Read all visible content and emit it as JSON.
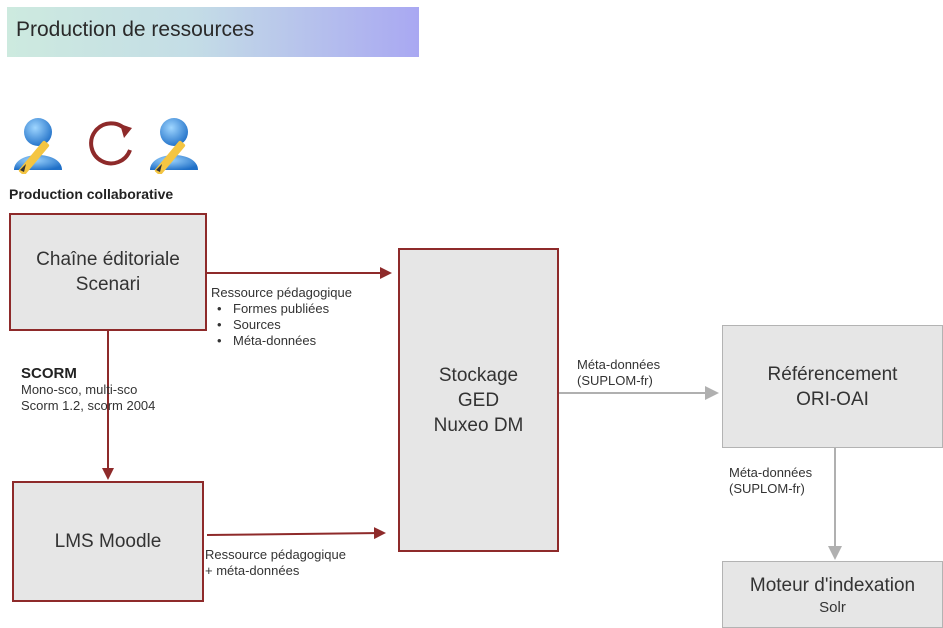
{
  "title": "Production de ressources",
  "icons": {
    "left_user": "user-edit-icon",
    "cycle": "refresh-cycle-icon",
    "right_user": "user-edit-icon"
  },
  "colors": {
    "red_flow": "#8e2a2a",
    "grey_flow": "#a8a8a8"
  },
  "collab_label": "Production collaborative",
  "boxes": {
    "scenari": {
      "line1": "Chaîne éditoriale",
      "line2": "Scenari"
    },
    "stockage": {
      "line1": "Stockage",
      "line2": "GED",
      "line3": "Nuxeo DM"
    },
    "lms": {
      "line1": "LMS Moodle"
    },
    "referencement": {
      "line1": "Référencement",
      "line2": "ORI-OAI"
    },
    "moteur": {
      "line1": "Moteur d'indexation",
      "line2": "Solr"
    }
  },
  "labels": {
    "scenari_to_ged": {
      "heading": "Ressource pédagogique",
      "items": [
        "Formes publiées",
        "Sources",
        "Méta-données"
      ]
    },
    "scorm": {
      "heading": "SCORM",
      "line1": "Mono-sco, multi-sco",
      "line2": "Scorm 1.2, scorm 2004"
    },
    "lms_to_ged": {
      "line1": "Ressource pédagogique",
      "line2": "+ méta-données"
    },
    "ged_to_ref": {
      "line1": "Méta-données",
      "line2": "(SUPLOM-fr)"
    },
    "ref_to_moteur": {
      "line1": "Méta-données",
      "line2": "(SUPLOM-fr)"
    }
  }
}
